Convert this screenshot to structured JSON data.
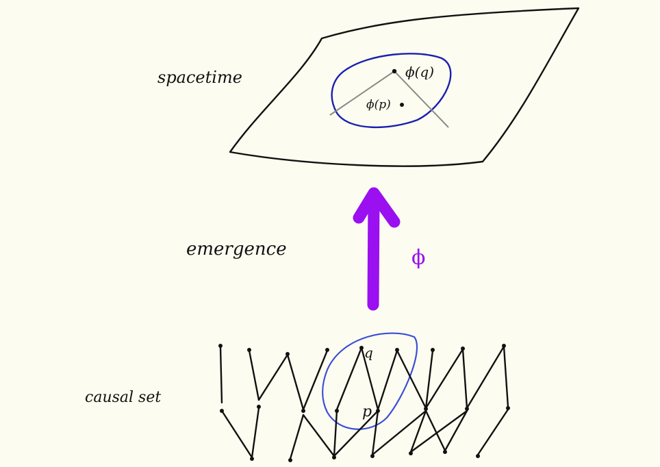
{
  "labels": {
    "spacetime": "spacetime",
    "emergence": "emergence",
    "causal_set": "causal set",
    "phi": "ϕ",
    "phi_q": "ϕ(q)",
    "phi_p": "ϕ(p)",
    "q": "q",
    "p": "p"
  },
  "colors": {
    "background": "#fdfcf0",
    "ink": "#111111",
    "blue_region": "#1a1fb0",
    "arrow": "#9a10f0",
    "lightcone": "#8a8a8a",
    "causal_region": "#3a4ed8"
  }
}
